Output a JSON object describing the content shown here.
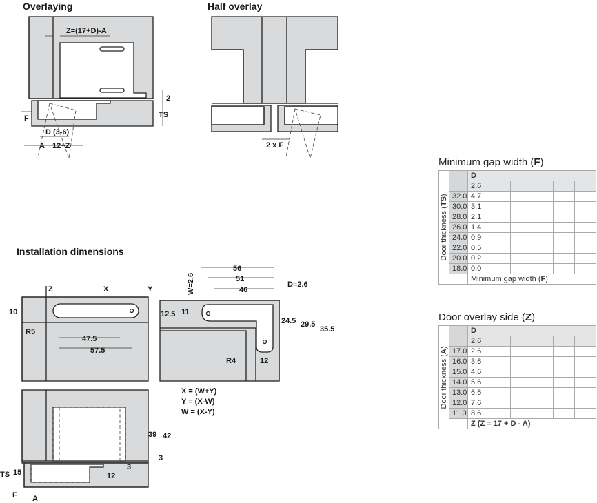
{
  "overlaying": {
    "title": "Overlaying",
    "labels": {
      "z_formula": "Z=(17+D)-A",
      "two": "2",
      "ts": "TS",
      "f": "F",
      "d_range": "D (3-6)",
      "a": "A",
      "twelve_z": "12+Z"
    }
  },
  "half_overlay": {
    "title": "Half overlay",
    "labels": {
      "gap": "2 x F"
    }
  },
  "installation": {
    "title": "Installation dimensions",
    "plan1": {
      "z": "Z",
      "x": "X",
      "ten": "10",
      "r5": "R5",
      "d475": "47.5",
      "d575": "57.5"
    },
    "plan2": {
      "y": "Y",
      "w": "W=2.6",
      "d56": "56",
      "d51": "51",
      "d46": "46",
      "d_val": "D=2.6",
      "d125": "12.5",
      "d11": "11",
      "d245": "24.5",
      "d295": "29.5",
      "d355": "35.5",
      "r4": "R4",
      "d12": "12"
    },
    "formulas": [
      "X = (W+Y)",
      "Y = (X-W)",
      "W = (X-Y)"
    ],
    "section": {
      "d39": "39",
      "d42": "42",
      "d3a": "3",
      "d3b": "3",
      "d12": "12",
      "ts": "TS",
      "d15": "15",
      "f": "F",
      "a": "A"
    }
  },
  "gap_table": {
    "title_prefix": "Minimum gap width (",
    "title_bold": "F",
    "title_suffix": ")",
    "row_axis_prefix": "Door thickness (",
    "row_axis_bold": "TS",
    "row_axis_suffix": ")",
    "col_header": "D",
    "d_values": [
      "2.6"
    ],
    "rows": [
      {
        "ts": "32.0",
        "v": "4.7"
      },
      {
        "ts": "30.0",
        "v": "3.1"
      },
      {
        "ts": "28.0",
        "v": "2.1"
      },
      {
        "ts": "26.0",
        "v": "1.4"
      },
      {
        "ts": "24.0",
        "v": "0.9"
      },
      {
        "ts": "22.0",
        "v": "0.5"
      },
      {
        "ts": "20.0",
        "v": "0.2"
      },
      {
        "ts": "18.0",
        "v": "0.0"
      }
    ],
    "footer_prefix": "Minimum gap width (",
    "footer_bold": "F",
    "footer_suffix": ")"
  },
  "overlay_table": {
    "title_prefix": "Door overlay side (",
    "title_bold": "Z",
    "title_suffix": ")",
    "row_axis_prefix": "Door thickness (",
    "row_axis_bold": "A",
    "row_axis_suffix": ")",
    "col_header": "D",
    "d_values": [
      "2.6"
    ],
    "rows": [
      {
        "a": "17.0",
        "v": "2.6"
      },
      {
        "a": "16.0",
        "v": "3.6"
      },
      {
        "a": "15.0",
        "v": "4.6"
      },
      {
        "a": "14.0",
        "v": "5.6"
      },
      {
        "a": "13.0",
        "v": "6.6"
      },
      {
        "a": "12.0",
        "v": "7.6"
      },
      {
        "a": "11.0",
        "v": "8.6"
      }
    ],
    "footer": "Z (Z = 17 + D - A)"
  }
}
